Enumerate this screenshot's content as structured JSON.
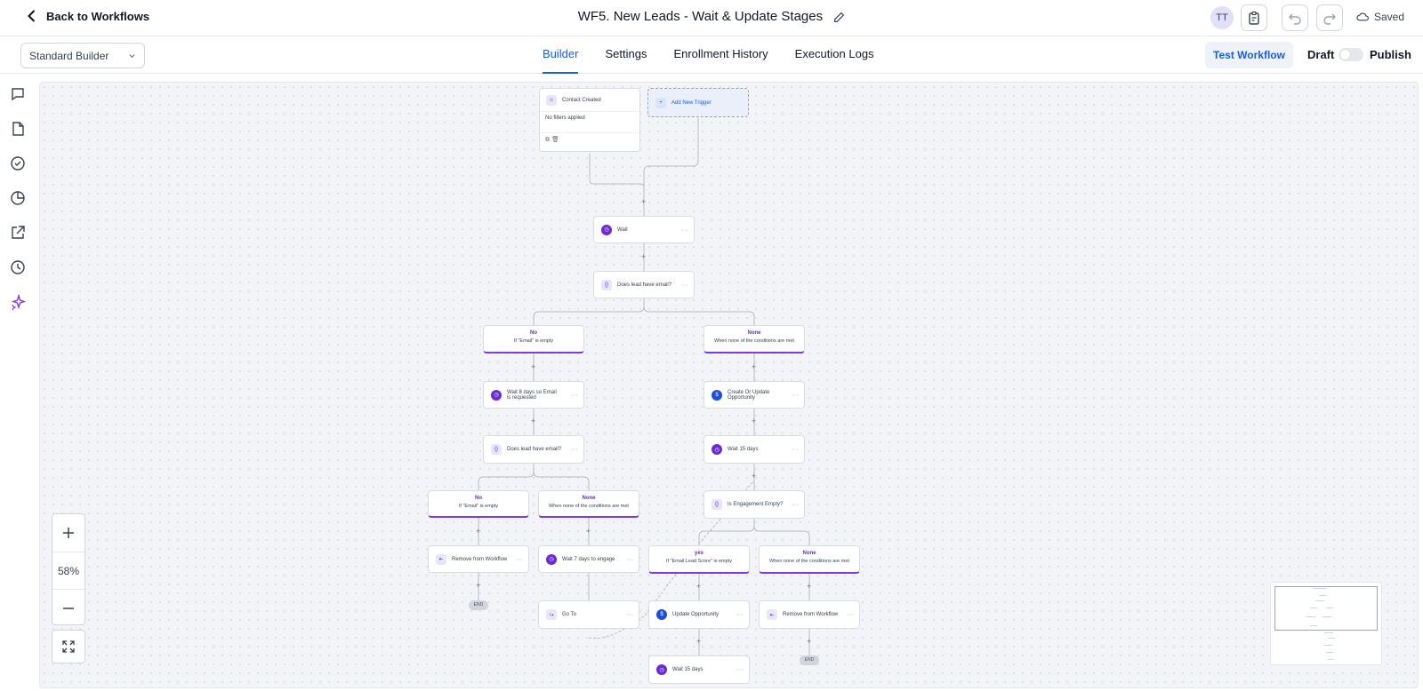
{
  "header": {
    "back_label": "Back to Workflows",
    "title": "WF5. New Leads - Wait & Update Stages",
    "avatar": "TT",
    "saved_label": "Saved"
  },
  "toolbar": {
    "builder_select": "Standard Builder",
    "tabs": [
      "Builder",
      "Settings",
      "Enrollment History",
      "Execution Logs"
    ],
    "active_tab": "Builder",
    "test_label": "Test Workflow",
    "draft_label": "Draft",
    "publish_label": "Publish"
  },
  "canvas": {
    "trigger": {
      "title": "Contact Created",
      "filters": "No filters applied"
    },
    "add_trigger": "Add New Trigger",
    "nodes": {
      "wait": "Wait",
      "cond1": "Does lead have email?",
      "wait8": "Wait 8 days so Email is requested",
      "cond2": "Does lead have email?",
      "create_opp": "Create Or Update Opportunity",
      "wait15a": "Wait 15 days",
      "engagement": "Is Engagement Empty?",
      "remove1": "Remove from Workflow",
      "wait7": "Wait 7 days to engage",
      "goto": "Go To",
      "update_opp": "Update Opportunity",
      "remove2": "Remove from Workflow",
      "wait15b": "Wait 15 days"
    },
    "branches": {
      "b1": {
        "title": "No",
        "sub": "If \"Email\" is empty"
      },
      "b2": {
        "title": "None",
        "sub": "When none of the conditions are met"
      },
      "b3": {
        "title": "No",
        "sub": "If \"Email\" is empty"
      },
      "b4": {
        "title": "None",
        "sub": "When none of the conditions are met"
      },
      "b5": {
        "title": "yes",
        "sub": "If \"Email Lead Score\" is empty"
      },
      "b6": {
        "title": "None",
        "sub": "When none of the conditions are met"
      }
    },
    "end_label": "END",
    "zoom_level": "58%"
  },
  "colors": {
    "accent": "#155eef",
    "purple": "#6d28d9",
    "canvas_bg": "#f3f4f8"
  },
  "icons": [
    "chevron-left-icon",
    "pencil-icon",
    "clipboard-icon",
    "undo-icon",
    "redo-icon",
    "cloud-icon",
    "chat-icon",
    "file-icon",
    "check-circle-icon",
    "pie-chart-icon",
    "external-link-icon",
    "history-icon",
    "sparkle-icon"
  ]
}
